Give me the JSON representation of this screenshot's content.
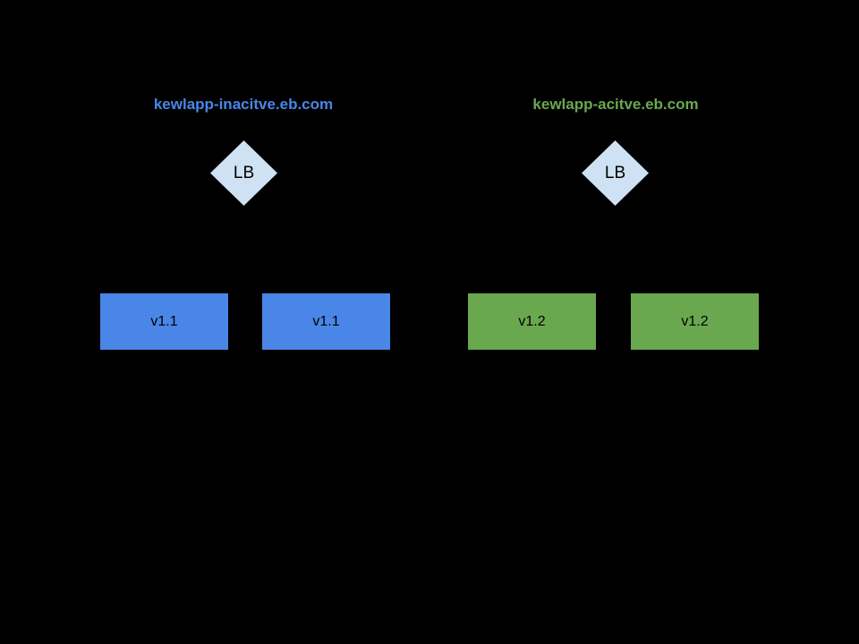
{
  "canvas": {
    "background_color": "#000000",
    "lb_diamond_fill": "#cfe2f3"
  },
  "groups": [
    {
      "id": "inactive",
      "dns_label": "kewlapp-inacitve.eb.com",
      "dns_color": "#4a86e8",
      "lb_label": "LB",
      "box_color": "#4a86e8",
      "instances": [
        "v1.1",
        "v1.1"
      ]
    },
    {
      "id": "active",
      "dns_label": "kewlapp-acitve.eb.com",
      "dns_color": "#6aa84f",
      "lb_label": "LB",
      "box_color": "#6aa84f",
      "instances": [
        "v1.2",
        "v1.2"
      ]
    }
  ]
}
